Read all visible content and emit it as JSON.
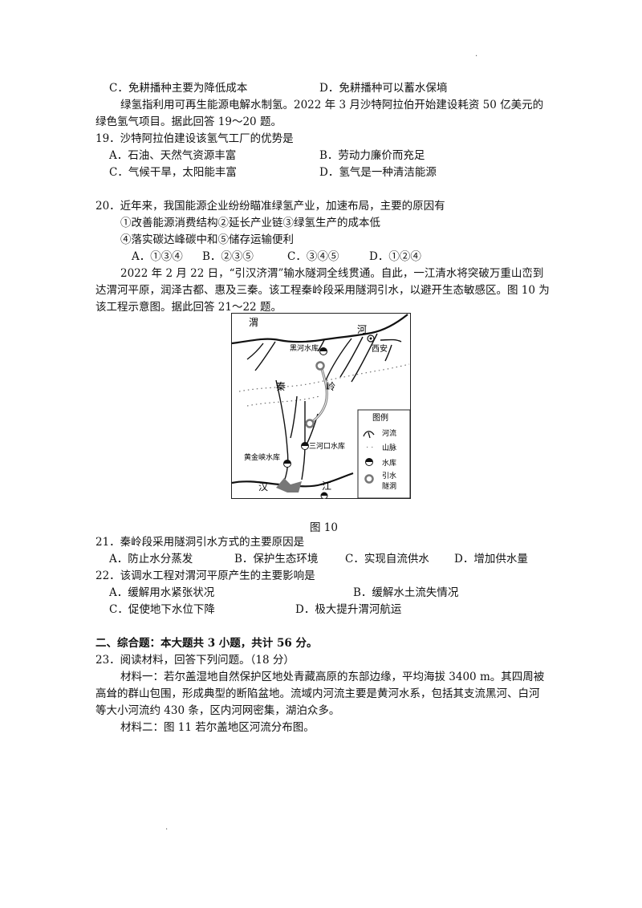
{
  "q18": {
    "opt_c": "C．免耕播种主要为降低成本",
    "opt_d": "D．免耕播种可以蓄水保墒"
  },
  "material_19_20": {
    "line1": "绿氢指利用可再生能源电解水制氢。2022 年 3 月沙特阿拉伯开始建设耗资 50 亿美元的",
    "line2": "绿色氢气项目。据此回答 19～20 题。"
  },
  "q19": {
    "stem": "19．沙特阿拉伯建设该氢气工厂的优势是",
    "opt_a": "A．石油、天然气资源丰富",
    "opt_b": "B．劳动力廉价而充足",
    "opt_c": "C．气候干旱，太阳能丰富",
    "opt_d": "D．氢气是一种清洁能源"
  },
  "q20": {
    "stem": "20．近年来，我国能源企业纷纷瞄准绿氢产业，加速布局，主要的原因有",
    "items1": "①改善能源消费结构②延长产业链③绿氢生产的成本低",
    "items2": "④落实碳达峰碳中和⑤储存运输便利",
    "opt_a": "A．①③④",
    "opt_b": "B．②③⑤",
    "opt_c": "C．③④⑤",
    "opt_d": "D．①②④"
  },
  "material_21_22": {
    "line1": "2022 年 2 月 22 日，“引汉济渭”输水隧洞全线贯通。自此，一江清水将突破万重山峦到",
    "line2": "达渭河平原，润泽古都、惠及三秦。该工程秦岭段采用隧洞引水，以避开生态敏感区。图 10 为",
    "line3": "该工程示意图。据此回答 21～22 题。"
  },
  "map": {
    "caption": "图 10",
    "label_wei": "渭",
    "label_he": "河",
    "label_xian": "西安",
    "label_heihe": "黑河水库",
    "label_qin": "秦",
    "label_ling": "岭",
    "label_sanhekou": "三河口水库",
    "label_huangjinxia": "黄金峡水库",
    "label_han": "汉",
    "label_jiang": "江",
    "legend_title": "图例",
    "legend_river": "河流",
    "legend_mountain": "山脉",
    "legend_reservoir": "水库",
    "legend_tunnel_1": "引水",
    "legend_tunnel_2": "隧洞"
  },
  "q21": {
    "stem": "21．秦岭段采用隧洞引水方式的主要原因是",
    "opt_a": "A．防止水分蒸发",
    "opt_b": "B．保护生态环境",
    "opt_c": "C．实现自流供水",
    "opt_d": "D．增加供水量"
  },
  "q22": {
    "stem": "22．该调水工程对渭河平原产生的主要影响是",
    "opt_a": "A．缓解用水紧张状况",
    "opt_b": "B．缓解水土流失情况",
    "opt_c": "C．促使地下水位下降",
    "opt_d": "D．极大提升渭河航运"
  },
  "section2": {
    "title": "二、综合题：本大题共 3 小题，共计 56 分。"
  },
  "q23": {
    "stem": "23．阅读材料，回答下列问题。（18 分）",
    "m1_line1": "材料一：若尔盖湿地自然保护区地处青藏高原的东部边缘，平均海拔 3400 m。其四周被",
    "m1_line2": "高耸的群山包围，形成典型的断陷盆地。流域内河流主要是黄河水系，包括其支流黑河、白河",
    "m1_line3": "等大小河流约 430 条，区内河网密集，湖泊众多。",
    "m2_line1": "材料二：图 11 若尔盖地区河流分布图。"
  }
}
